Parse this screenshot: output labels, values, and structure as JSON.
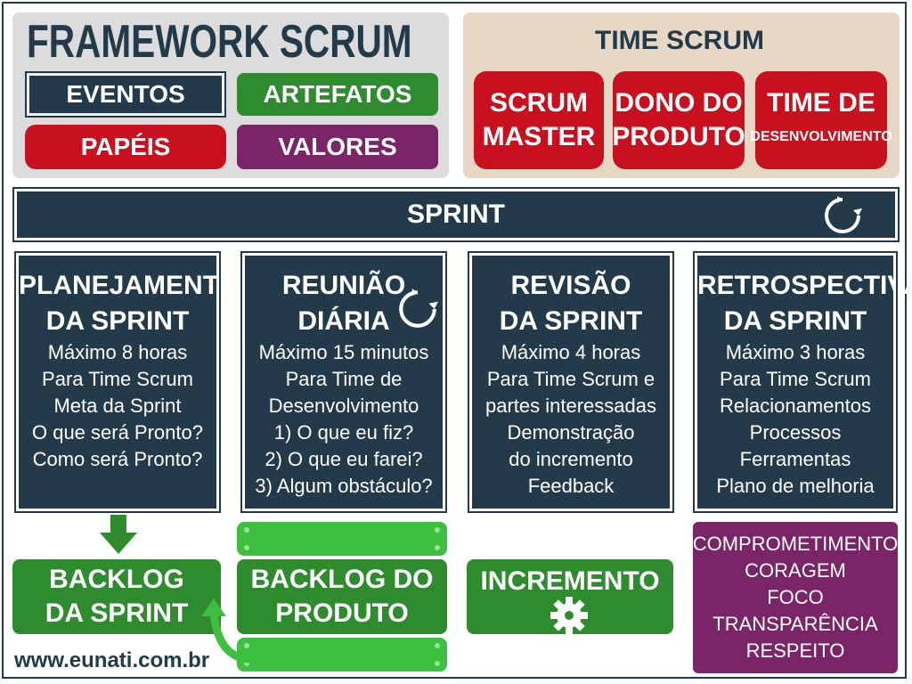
{
  "framework": {
    "title": "FRAMEWORK SCRUM",
    "buttons": {
      "eventos": "EVENTOS",
      "artefatos": "ARTEFATOS",
      "papeis": "PAPÉIS",
      "valores": "VALORES"
    }
  },
  "time_scrum": {
    "title": "TIME SCRUM",
    "roles": [
      {
        "line1": "SCRUM",
        "line2": "MASTER"
      },
      {
        "line1": "DONO DO",
        "line2": "PRODUTO"
      },
      {
        "line1": "TIME DE",
        "line2": "DESENVOLVIMENTO"
      }
    ]
  },
  "sprint": {
    "label": "SPRINT"
  },
  "events": [
    {
      "title1": "PLANEJAMENTO",
      "title2": "DA SPRINT",
      "lines": [
        "Máximo 8 horas",
        "Para Time Scrum",
        "Meta da Sprint",
        "O que será Pronto?",
        "Como será Pronto?"
      ]
    },
    {
      "title1": "REUNIÃO",
      "title2": "DIÁRIA",
      "lines": [
        "Máximo 15 minutos",
        "Para Time de",
        "Desenvolvimento",
        "1) O que eu fiz?",
        "2) O que eu farei?",
        "3) Algum obstáculo?"
      ]
    },
    {
      "title1": "REVISÃO",
      "title2": "DA SPRINT",
      "lines": [
        "Máximo 4 horas",
        "Para Time Scrum e",
        "partes interessadas",
        "Demonstração",
        "do incremento",
        "Feedback"
      ]
    },
    {
      "title1": "RETROSPECTIVA",
      "title2": "DA SPRINT",
      "lines": [
        "Máximo 3 horas",
        "Para Time Scrum",
        "Relacionamentos",
        "Processos",
        "Ferramentas",
        "Plano de melhoria"
      ]
    }
  ],
  "artifacts": {
    "sprint_backlog": {
      "line1": "BACKLOG",
      "line2": "DA SPRINT"
    },
    "product_backlog": {
      "line1": "BACKLOG DO",
      "line2": "PRODUTO"
    },
    "increment": "INCREMENTO"
  },
  "values": [
    "COMPROMETIMENTO",
    "CORAGEM",
    "FOCO",
    "TRANSPARÊNCIA",
    "RESPEITO"
  ],
  "site": "www.eunati.com.br",
  "colors": {
    "navy": "#223a4a",
    "green": "#2e8b2e",
    "light_green": "#3fbf3f",
    "red": "#c8101e",
    "purple": "#7a2568",
    "beige": "#e6d8c5",
    "gray": "#dcdcdc"
  },
  "icons": {
    "cycle": "cycle-arrow-icon",
    "gear": "gear-icon",
    "arrow_down": "arrow-down-icon",
    "arrow_curve": "curved-arrow-icon"
  }
}
